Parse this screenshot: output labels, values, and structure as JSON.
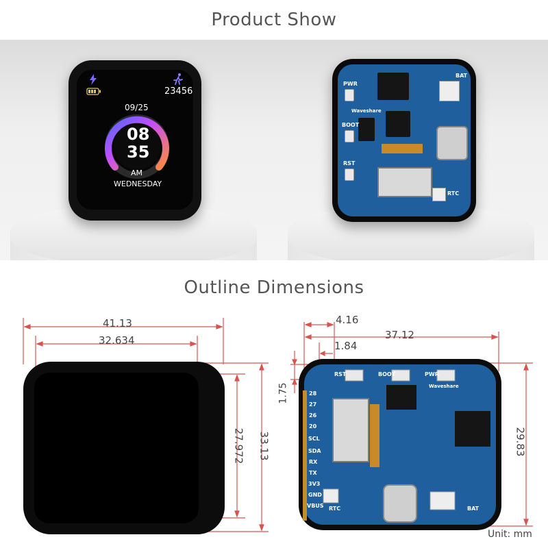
{
  "sections": {
    "product_show_title": "Product Show",
    "outline_title": "Outline Dimensions"
  },
  "watch_face": {
    "date": "09/25",
    "steps": "23456",
    "hour": "08",
    "minute": "35",
    "ampm": "AM",
    "weekday": "WEDNESDAY",
    "bolt_icon": "lightning-icon",
    "battery_icon": "battery-icon",
    "runner_icon": "runner-icon"
  },
  "pcb_labels": {
    "brand": "Waveshare",
    "pwr": "PWR",
    "boot": "BOOT",
    "rst": "RST",
    "bat": "BAT",
    "rtc": "RTC",
    "pins": [
      "28",
      "27",
      "26",
      "20",
      "SCL",
      "SDA",
      "RX",
      "TX",
      "3V3",
      "GND",
      "VBUS"
    ]
  },
  "dimensions": {
    "front_width_outer": "41.13",
    "front_width_inner": "32.634",
    "front_height_inner": "27.972",
    "front_height_outer": "33.13",
    "back_offset_a": "4.16",
    "back_offset_b": "1.84",
    "back_width": "37.12",
    "back_offset_c": "1.75",
    "back_height": "29.83",
    "unit": "Unit: mm"
  },
  "colors": {
    "dimension_line": "#d9534f",
    "pcb_blue": "#1f5f9e",
    "bezel": "#111111",
    "gradient_ring_start": "#7b4dff",
    "gradient_ring_end": "#ff8a3d"
  }
}
